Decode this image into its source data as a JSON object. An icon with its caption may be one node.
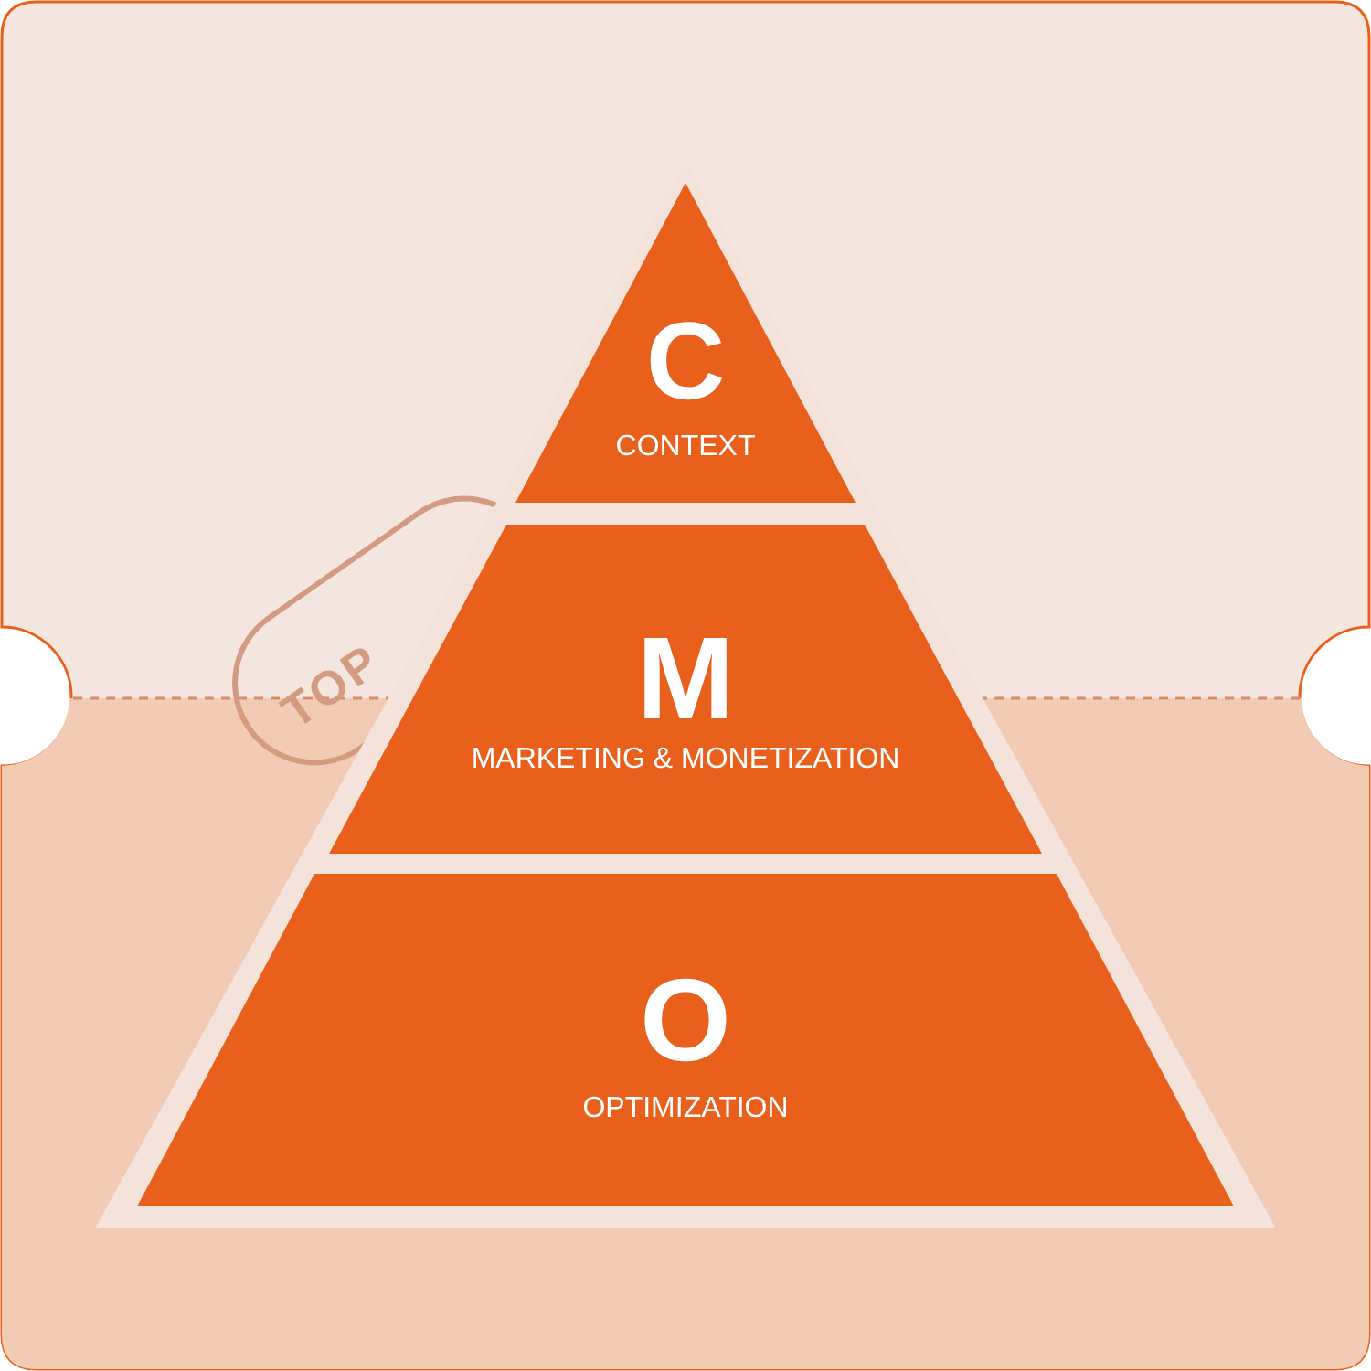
{
  "diagram": {
    "nodes": [
      {
        "text": [
          "C",
          "CONTEXT"
        ]
      },
      {
        "text": [
          "M",
          "MARKETING & MONETIZATION"
        ]
      },
      {
        "text": [
          "O",
          "OPTIMIZATION"
        ]
      }
    ],
    "labels": [
      "TOP"
    ]
  }
}
